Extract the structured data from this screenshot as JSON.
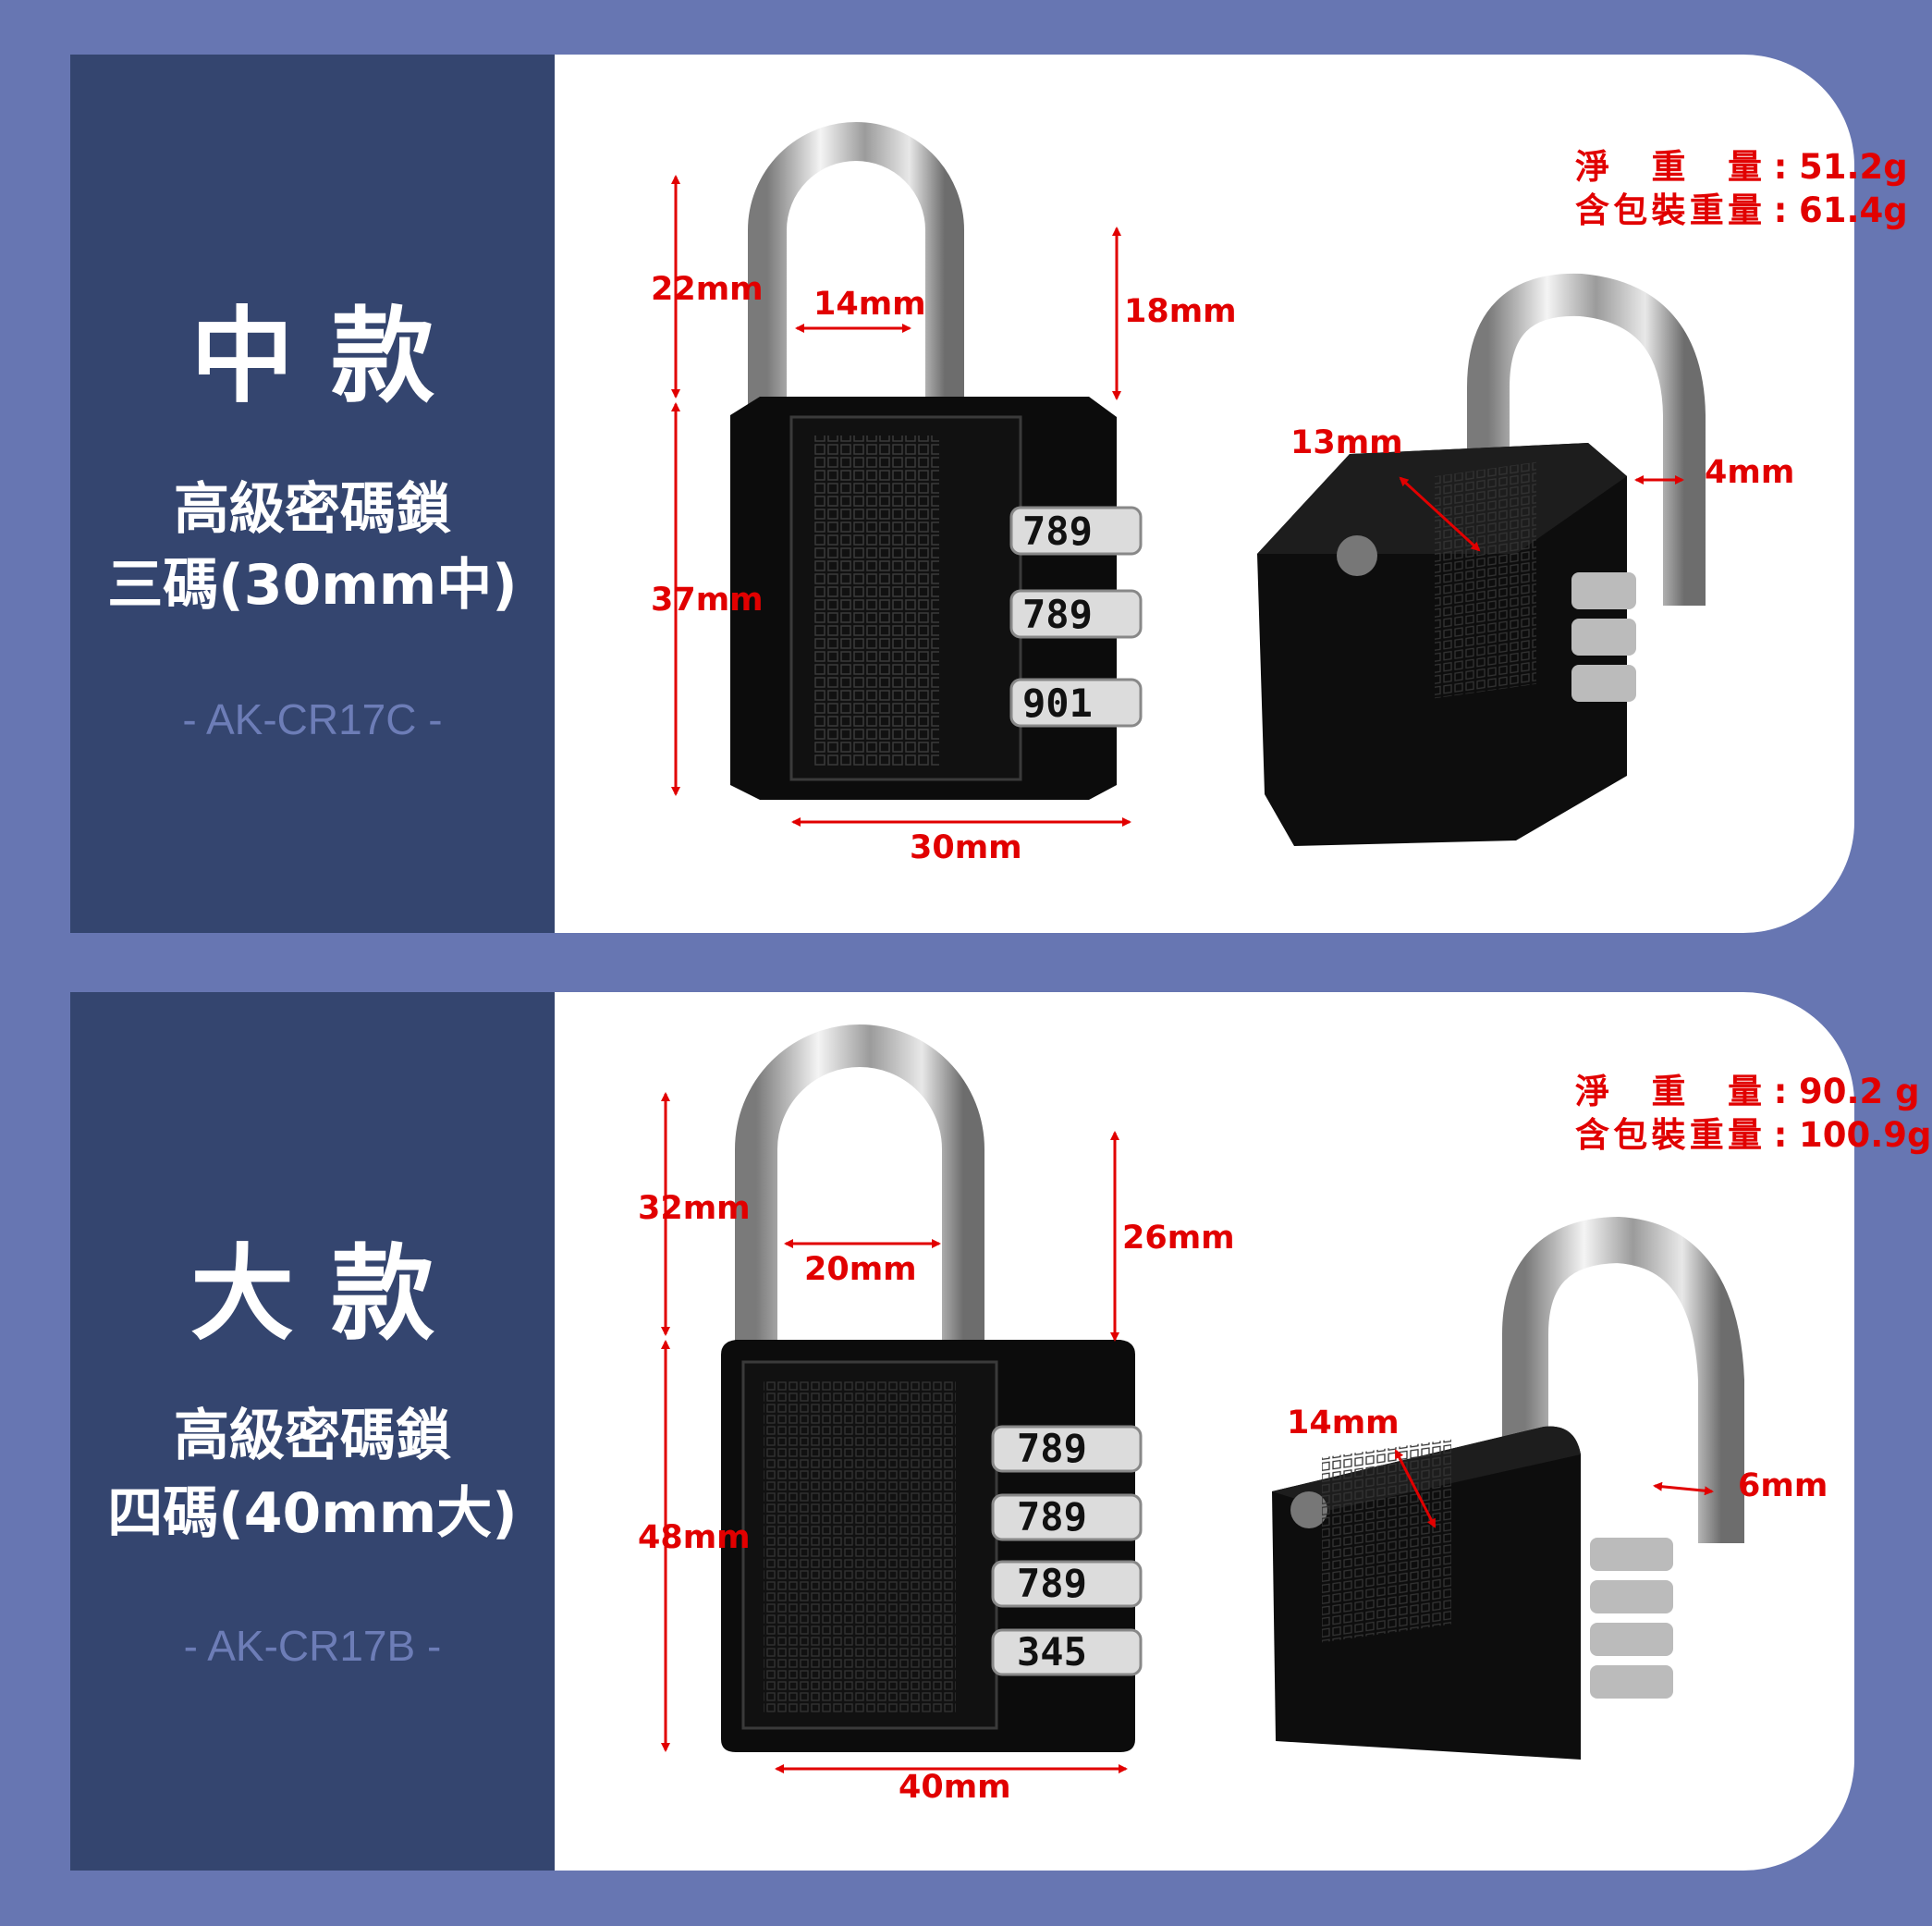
{
  "variants": [
    {
      "title": "中款",
      "subtitle_line1": "高級密碼鎖",
      "subtitle_line2": "三碼(30mm中)",
      "model": "- AK-CR17C -",
      "dims": {
        "shackle_height": "22mm",
        "shackle_inner_width": "14mm",
        "shackle_clearance": "18mm",
        "body_height": "37mm",
        "body_width": "30mm",
        "body_depth": "13mm",
        "shackle_diameter": "4mm"
      },
      "net_weight_label": "淨重量",
      "net_weight_value": "51.2g",
      "gross_weight_label": "含包裝重量",
      "gross_weight_value": "61.4g",
      "dials": [
        "789",
        "789",
        "901"
      ]
    },
    {
      "title": "大款",
      "subtitle_line1": "高級密碼鎖",
      "subtitle_line2": "四碼(40mm大)",
      "model": "- AK-CR17B -",
      "dims": {
        "shackle_height": "32mm",
        "shackle_inner_width": "20mm",
        "shackle_clearance": "26mm",
        "body_height": "48mm",
        "body_width": "40mm",
        "body_depth": "14mm",
        "shackle_diameter": "6mm"
      },
      "net_weight_label": "淨重量",
      "net_weight_value": "90.2 g",
      "gross_weight_label": "含包裝重量",
      "gross_weight_value": "100.9g",
      "dials": [
        "789",
        "789",
        "789",
        "345"
      ]
    }
  ],
  "colors": {
    "background": "#6776b2",
    "side_panel": "#34456f",
    "dimension_red": "#e10000",
    "model_text": "#6d7db7"
  },
  "separator": ":"
}
